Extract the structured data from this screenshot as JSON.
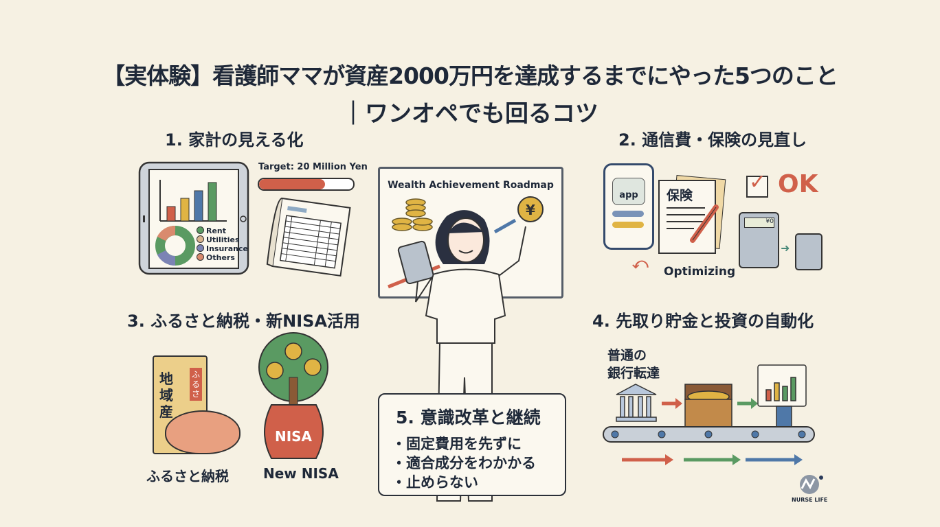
{
  "title": {
    "line1": "【実体験】看護師ママが資産2000万円を達成するまでにやった5つのこと",
    "line2": "｜ワンオペでも回るコツ"
  },
  "sections": [
    {
      "heading": "1. 家計の見える化",
      "target_label": "Target: 20 Million Yen",
      "target_progress_percent": 70,
      "legend": [
        {
          "label": "Rent",
          "color": "#5a9a62"
        },
        {
          "label": "Utilities",
          "color": "#d9b48e"
        },
        {
          "label": "Insurance",
          "color": "#7b83b4"
        },
        {
          "label": "Others",
          "color": "#d98a6e"
        }
      ]
    },
    {
      "heading": "2. 通信費・保険の見直し",
      "app_label": "app",
      "doc_label": "保険",
      "ok_label": "OK",
      "calc_display": "¥0",
      "caption": "Optimizing"
    },
    {
      "heading": "3. ふるさと納税・新NISA活用",
      "package_text": "地域産",
      "package_tag": "ふるさ",
      "pot_label": "NISA",
      "captions": [
        "ふるさと納税",
        "New NISA"
      ]
    },
    {
      "heading": "4. 先取り貯金と投資の自動化",
      "bank_label_line1": "普通の",
      "bank_label_line2": "銀行転達"
    },
    {
      "heading": "5. 意識改革と継続",
      "bullets": [
        "・固定費用を先ずに",
        "・適合成分をわかかる",
        "・止めらない"
      ]
    }
  ],
  "board": {
    "title": "Wealth Achievement Roadmap",
    "coin_symbol": "¥"
  },
  "logo": {
    "text": "NURSE LIFE"
  },
  "colors": {
    "background": "#f6f1e3",
    "text": "#1e2838",
    "red": "#d0604a",
    "green": "#5a9a62",
    "blue": "#4f78a8",
    "yellow": "#e0b444"
  }
}
